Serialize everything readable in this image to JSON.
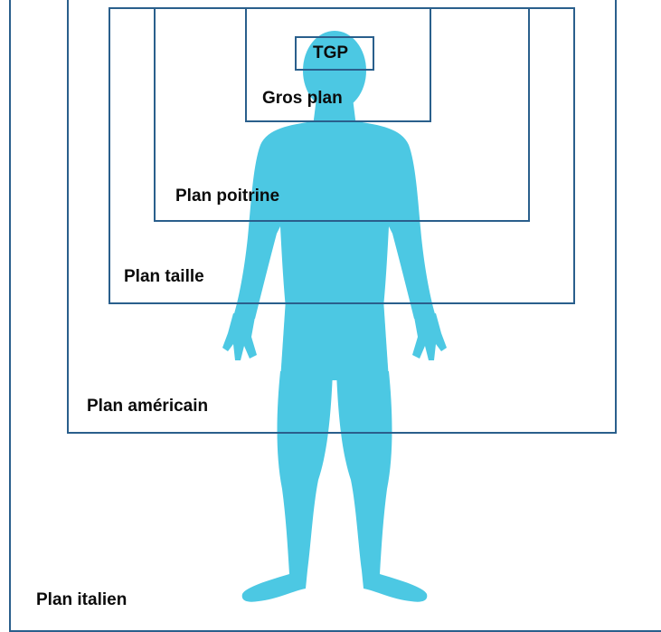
{
  "colors": {
    "frame": "#2a5f8c",
    "body": "#4cc8e3",
    "label": "#0b0b0b",
    "background": "#ffffff"
  },
  "figure": {
    "icon": "human-silhouette"
  },
  "frames": {
    "tgp": "TGP",
    "gros_plan": "Gros plan",
    "plan_poitrine": "Plan poitrine",
    "plan_taille": "Plan taille",
    "plan_americain": "Plan américain",
    "plan_italien": "Plan italien"
  }
}
